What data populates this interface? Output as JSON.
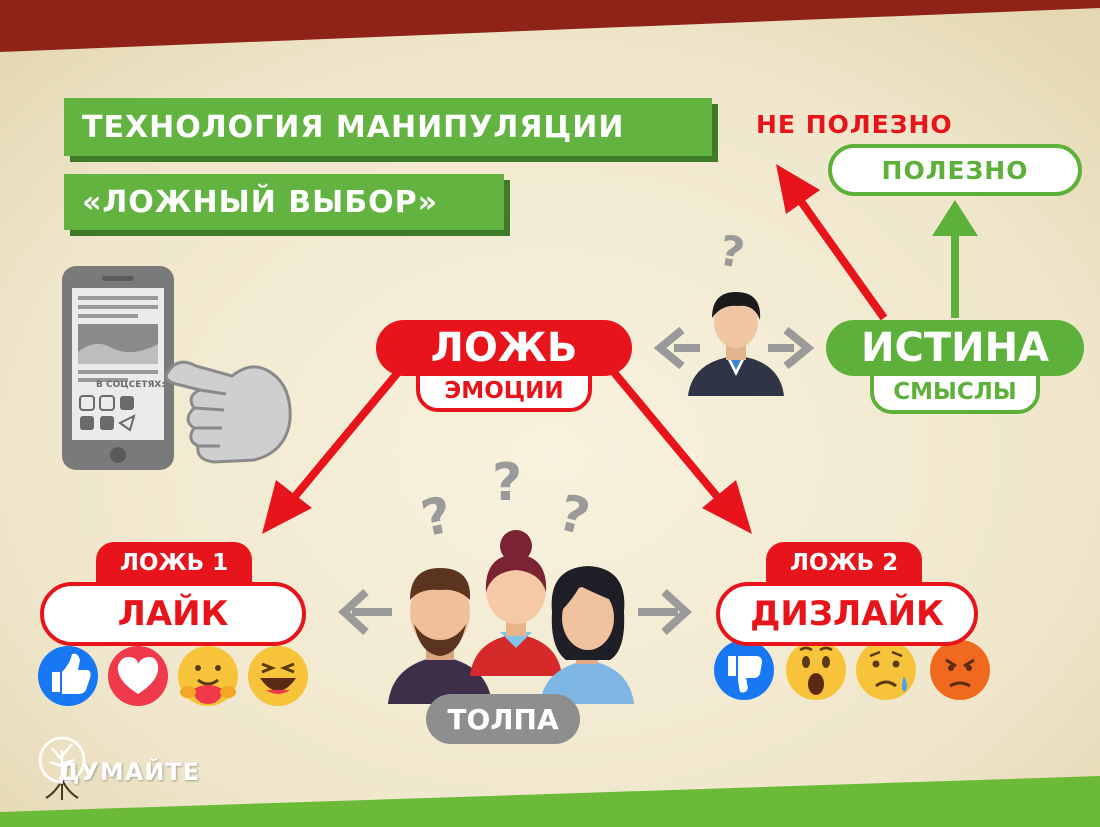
{
  "title_line1": "ТЕХНОЛОГИЯ МАНИПУЛЯЦИИ",
  "title_line2": "«ЛОЖНЫЙ ВЫБОР»",
  "lie_main": "ЛОЖЬ",
  "lie_sub": "ЭМОЦИИ",
  "truth_main": "ИСТИНА",
  "truth_sub": "СМЫСЛЫ",
  "not_useful": "НЕ ПОЛЕЗНО",
  "useful": "ПОЛЕЗНО",
  "lie1_tag": "ЛОЖЬ 1",
  "lie1_label": "ЛАЙК",
  "lie2_tag": "ЛОЖЬ 2",
  "lie2_label": "ДИЗЛАЙК",
  "crowd_label": "ТОЛПА",
  "phone_social": "В СОЦСЕТЯХ:",
  "brand": "ДУМАЙТЕ",
  "colors": {
    "red": "#e8141b",
    "green": "#5db13a",
    "gray": "#9a9a9a",
    "dark_red": "#8f2318",
    "green_band": "#6cbb38",
    "paper": "#f3ecd6"
  },
  "icons": [
    "question-icon",
    "smartphone-icon",
    "pointing-hand-icon",
    "person-icon",
    "crowd-icon",
    "like-icon",
    "heart-icon",
    "care-icon",
    "laugh-icon",
    "dislike-icon",
    "wow-icon",
    "sad-icon",
    "angry-icon",
    "brand-tree-icon"
  ]
}
